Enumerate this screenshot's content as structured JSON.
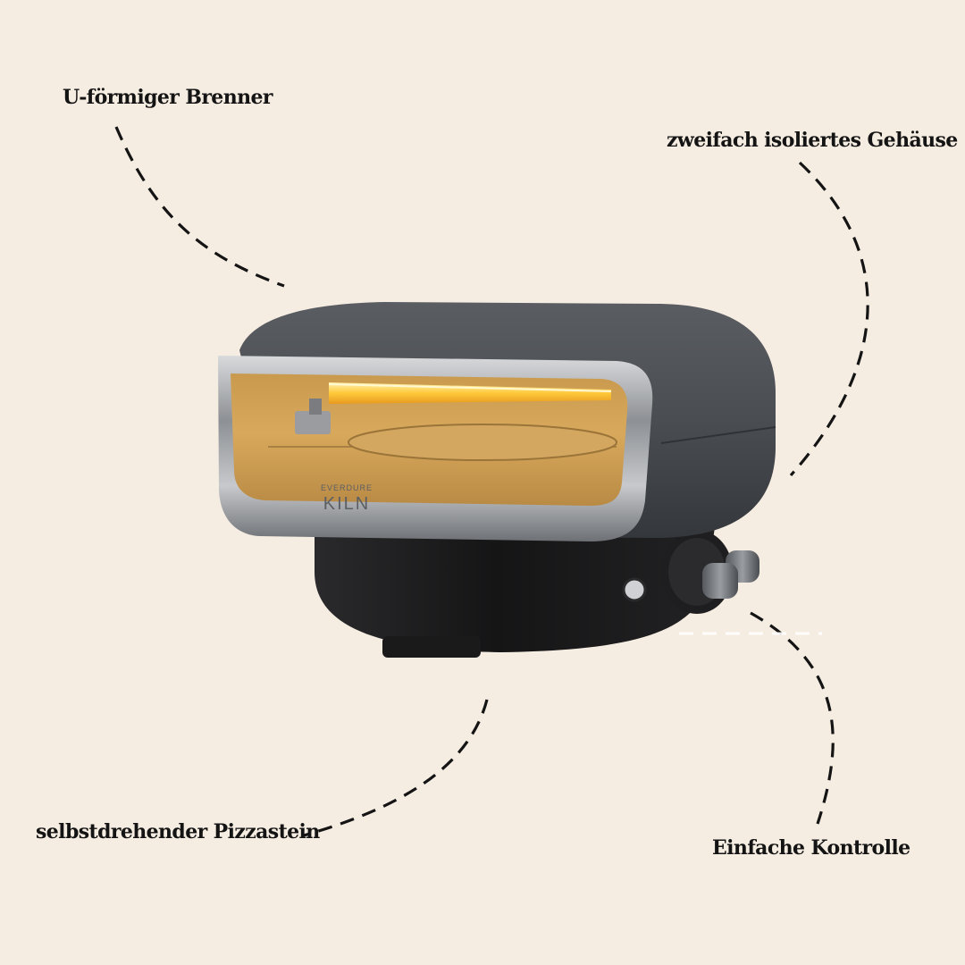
{
  "labels": {
    "burner": "U-förmiger Brenner",
    "housing": "zweifach isoliertes Gehäuse",
    "stone": "selbstdrehender Pizzastein",
    "control": "Einfache Kontrolle"
  },
  "product": {
    "brand": "EVERDURE",
    "model": "KILN"
  },
  "colors": {
    "background": "#f6ede2",
    "text": "#141414",
    "body": "#4a4d52",
    "base": "#1c1c1e",
    "glow": "#ffc83a"
  }
}
